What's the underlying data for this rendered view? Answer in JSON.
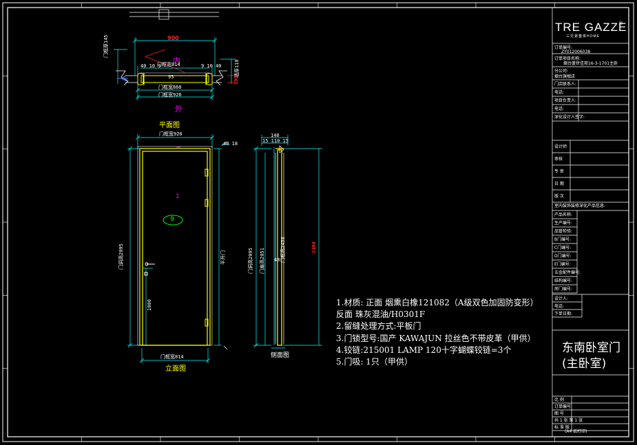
{
  "plan": {
    "title": "平面图",
    "inner_label": "内",
    "outer_label": "外",
    "dim_900": "900",
    "dim_frame_top": "门框宽814",
    "dim_opening": "门框宽860",
    "dim_total": "门框宽920",
    "dim_left_small": "40 10 9",
    "dim_right_small": "9 10 40",
    "dim_center": "95",
    "dim_left_side": "门框厚145",
    "dim_right_side": "墙厚110",
    "dim_red": "190"
  },
  "elevation": {
    "title": "立面图",
    "top_dim": "门框宽920",
    "bottom_dim": "门框宽814",
    "left_dim": "门洞高2095",
    "right_label": "平开门",
    "handle_height": "1000",
    "door_number": "9",
    "mark_1": "1",
    "mark_right_small": "40 18"
  },
  "section": {
    "title": "侧面图",
    "top_dims": [
      "140",
      "15 110 15"
    ],
    "dim_a": "门洞高2095",
    "dim_b": "门扇高2051",
    "dim_c": "门框高2458",
    "dim_d": "48",
    "dim_red": "2400"
  },
  "notes": [
    "1.材质: 正面 烟熏白橡121082（A级双色加固防变形）",
    "   反面 珠灰混油/H0301F",
    "2.留缝处理方式:平板门",
    "3.门锁型号:国产 KAWAJUN 拉丝色不带皮革（甲供）",
    "4.铰链:215001 LAMP 120十字蝴蝶铰链=3个",
    "5.门吸:  1只（甲供）"
  ],
  "title_block": {
    "logo": "TRE GAZZE",
    "logo_sub": "三兄弟整体HOME",
    "order_no_label": "订单编号:",
    "order_no": "ZY012006038",
    "project_label": "订单项目名称:",
    "project": "烟台盛世佳苑16-3-1701主卧",
    "company_label": "分公司:",
    "company": "烟台旗舰店",
    "rows_top": [
      "门店联系人:",
      "电话:",
      "项目负责人:",
      "电话:",
      "深化设计人签字:"
    ],
    "rows_sign": [
      "设计师",
      "审核",
      "专  审",
      "日  期",
      "版  次"
    ],
    "product_header": "室内装饰装修深化产品信息:",
    "rows_product": [
      "产品名称:",
      "生产编号:",
      "品管检验:",
      "B门编号:",
      "C门编号:",
      "D门编号:",
      "E门编号:",
      "五金配件编号:",
      "结构编号:",
      "房门编号:"
    ],
    "rows_contact": [
      "设计人:",
      "电话:",
      "下单日期:"
    ],
    "room_name_line1": "东南卧室门",
    "room_name_line2": "(主卧室)",
    "rows_bottom": [
      "比 例",
      "订单编号",
      "图   号",
      "共 1 张 第 1 张",
      "标 准 版"
    ],
    "sheet_current": "1",
    "bottom_note": "(A4 纸打印)"
  },
  "colors": {
    "background": "#000000",
    "line_white": "#ffffff",
    "line_cyan": "#00ffff",
    "line_yellow": "#ffff00",
    "line_magenta": "#ff00ff",
    "line_red": "#ff2020",
    "line_green": "#00ff00"
  }
}
